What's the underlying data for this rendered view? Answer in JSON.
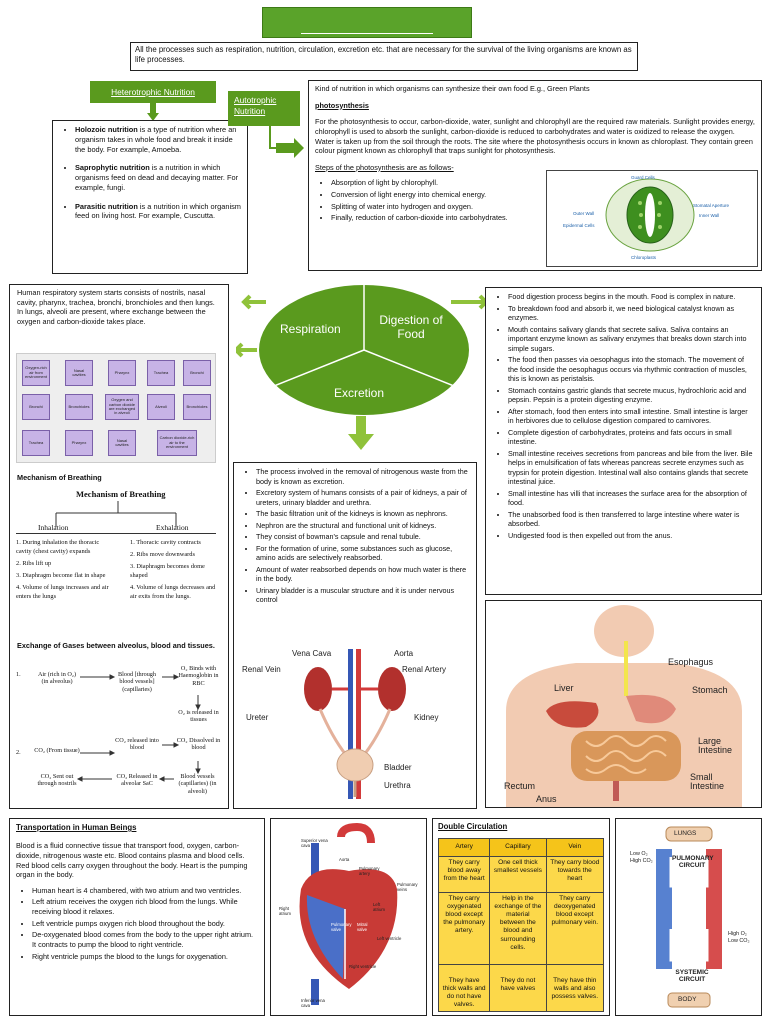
{
  "life_processes": {
    "definition": "All the processes such as respiration, nutrition, circulation, excretion etc. that are necessary for the survival of the living organisms are known as life processes."
  },
  "heterotrophic": {
    "title": "Heterotrophic Nutrition",
    "items": [
      {
        "term": "Holozoic nutrition",
        "desc": " is a type of nutrition where an organism takes in whole food and break it inside the body. For example, Amoeba."
      },
      {
        "term": "Saprophytic nutrition",
        "desc": " is a nutrition in which organisms feed on dead and decaying matter. For example, fungi."
      },
      {
        "term": "Parasitic nutrition",
        "desc": " is a nutrition in which organism feed on living host. For example, Cuscutta."
      }
    ]
  },
  "autotrophic": {
    "title": "Autotrophic Nutrition",
    "intro": "Kind of nutrition in which organisms can synthesize their own food E.g., Green Plants",
    "photo_heading": "photosynthesis",
    "photo_text": "For the photosynthesis to occur, carbon-dioxide, water, sunlight and chlorophyll are the required raw materials. Sunlight provides energy, chlorophyll is used to absorb the sunlight, carbon-dioxide is reduced to carbohydrates and water is oxidized to release the oxygen. Water is taken up from the soil through the roots. The site where the photosynthesis occurs in known as chloroplast. They contain green colour pigment known as chlorophyll that traps sunlight for photosynthesis.",
    "steps_heading": "Steps of the photosynthesis are as follows-",
    "steps": [
      "Absorption of light by chlorophyll.",
      "Conversion of light energy into chemical energy.",
      "Splitting of water into hydrogen and oxygen.",
      "Finally, reduction of carbon-dioxide into carbohydrates."
    ],
    "stomata_labels": {
      "guard": "Guard Cells",
      "outer": "Outer Wall",
      "aperture": "Stomatal Aperture",
      "inner": "Inner Wall",
      "epidermal": "Epidermal Cells",
      "chloroplasts": "Chloroplasts"
    }
  },
  "wheel": {
    "respiration": "Respiration",
    "digestion": "Digestion of Food",
    "excretion": "Excretion"
  },
  "respiration": {
    "text": "Human respiratory system starts consists of nostrils, nasal cavity, pharynx, trachea, bronchi, bronchioles and then lungs. In lungs, alveoli are present, where exchange between the oxygen and carbon-dioxide takes place.",
    "flow": [
      "Oxygen-rich air from environment",
      "Nasal cavities",
      "Pharynx",
      "Trachea",
      "Bronchi",
      "Bronchi",
      "Bronchioles",
      "Oxygen and carbon dioxide are exchanged in alveoli",
      "Alveoli",
      "Bronchioles",
      "Trachea",
      "Pharynx",
      "Nasal cavities",
      "Carbon dioxide-rich air to the environment"
    ],
    "mechanism_heading": "Mechanism of Breathing",
    "mechanism_title": "Mechanism of Breathing",
    "inhalation_title": "Inhalation",
    "exhalation_title": "Exhalation",
    "inhalation": [
      "1. During inhalation the thoracic cavity (chest cavity) expands",
      "2. Ribs lift up",
      "3. Diaphragm become flat in shape",
      "4. Volume of lungs increases and air enters the lungs"
    ],
    "exhalation": [
      "1. Thoracic cavity contracts",
      "2. Ribs move downwards",
      "3. Diaphragm becomes dome shaped",
      "4. Volume of lungs decreases and air exits from the lungs."
    ],
    "exchange_heading": "Exchange of Gases between alveolus, blood and tissues.",
    "exchange": {
      "r1": {
        "num": "1.",
        "a": "Air (rich in O₂) (in alveolus)",
        "b": "Blood [through blood vessels] (capillaries)",
        "c": "O₂ Binds with Haemoglobin in RBC",
        "d": "O₂ is released in tissues"
      },
      "r2": {
        "num": "2.",
        "a": "CO₂ (From tissue)",
        "b": "CO₂ released into blood",
        "c": "CO₂ Dissolved in blood",
        "d": "CO₂ Sent out through nostrils",
        "e": "CO₂ Released in alveolar SaC",
        "f": "Blood vessels (capillaries) (in alveoli)"
      }
    }
  },
  "excretion": {
    "items": [
      "The process involved in the removal of nitrogenous waste from the body is known as excretion.",
      "Excretory system of humans consists of a pair of kidneys, a pair of ureters, urinary bladder and urethra.",
      "The basic filtration unit of the kidneys is known as nephrons.",
      "Nephron are the structural and functional unit of kidneys.",
      "They consist of bowman's capsule and renal tubule.",
      "For the formation of urine, some substances such as glucose, amino acids are selectively reabsorbed.",
      "Amount of water reabsorbed depends on how much water is there in the body.",
      "Urinary bladder is a muscular structure and it is under nervous control"
    ],
    "labels": {
      "vena": "Vena Cava",
      "aorta": "Aorta",
      "renal_vein": "Renal Vein",
      "renal_artery": "Renal Artery",
      "ureter": "Ureter",
      "kidney": "Kidney",
      "bladder": "Bladder",
      "urethra": "Urethra"
    }
  },
  "digestion": {
    "items": [
      "Food digestion process begins in the mouth. Food is complex in nature.",
      "To breakdown food and absorb it, we need biological catalyst known as enzymes.",
      "Mouth contains salivary glands that secrete saliva. Saliva contains an important enzyme known as salivary enzymes that breaks down starch into simple sugars.",
      "The food then passes via oesophagus into the stomach. The movement of the food inside the oesophagus occurs via rhythmic contraction of muscles, this is known as peristalsis.",
      "Stomach contains gastric glands that secrete mucus, hydrochloric acid and pepsin. Pepsin is a protein digesting enzyme.",
      "After stomach, food then enters into small intestine. Small intestine is larger in herbivores due to cellulose digestion compared to carnivores.",
      "Complete digestion of carbohydrates, proteins and fats occurs in small intestine.",
      "Small intestine receives secretions from pancreas and bile from the liver. Bile helps in emulsification of fats whereas pancreas secrete enzymes such as trypsin for protein digestion. Intestinal wall also contains glands that secrete intestinal juice.",
      "Small intestine has villi that increases the surface area for the absorption of food.",
      "The unabsorbed food is then transferred to large intestine where water is absorbed.",
      "Undigested food is then expelled out from the anus."
    ],
    "labels": {
      "esophagus": "Esophagus",
      "liver": "Liver",
      "stomach": "Stomach",
      "large": "Large Intestine",
      "small": "Small Intestine",
      "rectum": "Rectum",
      "anus": "Anus"
    }
  },
  "transport": {
    "heading": "Transportation in Human Beings",
    "text": "Blood is a fluid connective tissue that transport food, oxygen, carbon-dioxide, nitrogenous waste etc. Blood contains plasma and blood cells. Red blood cells carry oxygen throughout the body. Heart is the pumping organ in the body.",
    "items": [
      "Human heart is 4 chambered, with two atrium and two ventricles.",
      "Left atrium receives the oxygen rich blood from the lungs. While receiving blood it relaxes.",
      "Left ventricle pumps oxygen rich blood throughout the body.",
      "De-oxygenated blood comes from the body to the upper right atrium. It contracts to pump the blood to right ventricle.",
      "Right ventricle pumps the blood to the lungs for oxygenation."
    ],
    "heart_labels": {
      "svc": "Superior vena cava",
      "aorta": "Aorta",
      "pa": "Pulmonary artery",
      "pv": "Pulmonary veins",
      "ra": "Right atrium",
      "la": "Left atrium",
      "rv": "Right ventricle",
      "lv": "Left ventricle",
      "ivc": "Inferior vena cava",
      "pvalve": "Pulmonary valve",
      "mvalve": "Mitral valve"
    }
  },
  "double": {
    "heading": "Double Circulation",
    "headers": [
      "Artery",
      "Capillary",
      "Vein"
    ],
    "rows": [
      [
        "They carry blood away from the heart",
        "One cell thick smallest vessels",
        "They carry blood towards the heart"
      ],
      [
        "They carry oxygenated blood except the pulmonary artery.",
        "Help in the exchange of the material between the blood and surrounding cells.",
        "They carry deoxygenated blood except pulmonary vein."
      ],
      [
        "They have thick walls and do not have valves.",
        "They do not have valves",
        "They have thin walls and also possess valves."
      ]
    ]
  },
  "circuit": {
    "lungs": "LUNGS",
    "pulmonary": "PULMONARY CIRCUIT",
    "lowo2": "Low O₂",
    "highco2": "High CO₂",
    "higho2": "High O₂",
    "lowco2": "Low CO₂",
    "systemic": "SYSTEMIC CIRCUIT",
    "body": "BODY"
  },
  "colors": {
    "green": "#5a9a1e",
    "yellow": "#f5c41a",
    "lavender": "#c7b3e6"
  }
}
